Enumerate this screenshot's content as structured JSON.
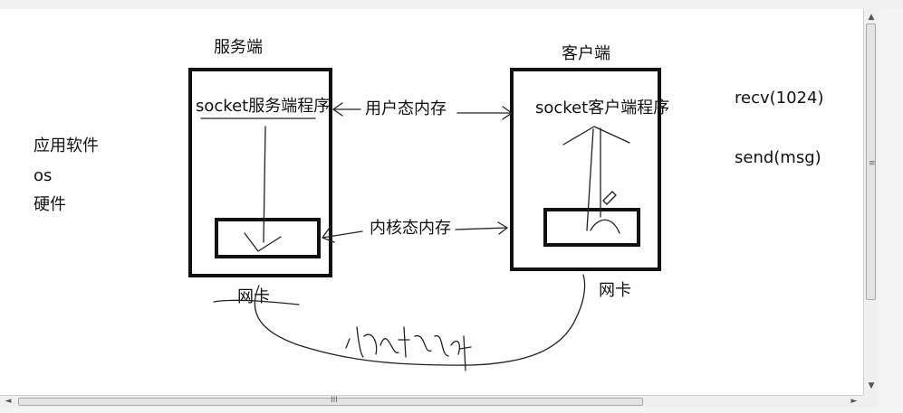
{
  "diagram": {
    "server_title": "服务端",
    "client_title": "客户端",
    "server_program": "socket服务端程序",
    "client_program": "socket客户端程序",
    "user_memory": "用户态内存",
    "kernel_memory": "内核态内存",
    "server_nic": "网卡",
    "client_nic": "网卡",
    "layers": [
      "应用软件",
      "os",
      "硬件"
    ],
    "recv_call": "recv(1024)",
    "send_call": "send(msg)",
    "handwritten": "internet"
  },
  "scrollbars": {
    "grip_symbol": "≡",
    "h_grip_symbol": "III",
    "up_arrow": "▲",
    "down_arrow": "▼",
    "left_arrow": "◄",
    "right_arrow": "►"
  },
  "colors": {
    "ink": "#111111",
    "background": "#ffffff",
    "chrome": "#f0f0f0"
  }
}
